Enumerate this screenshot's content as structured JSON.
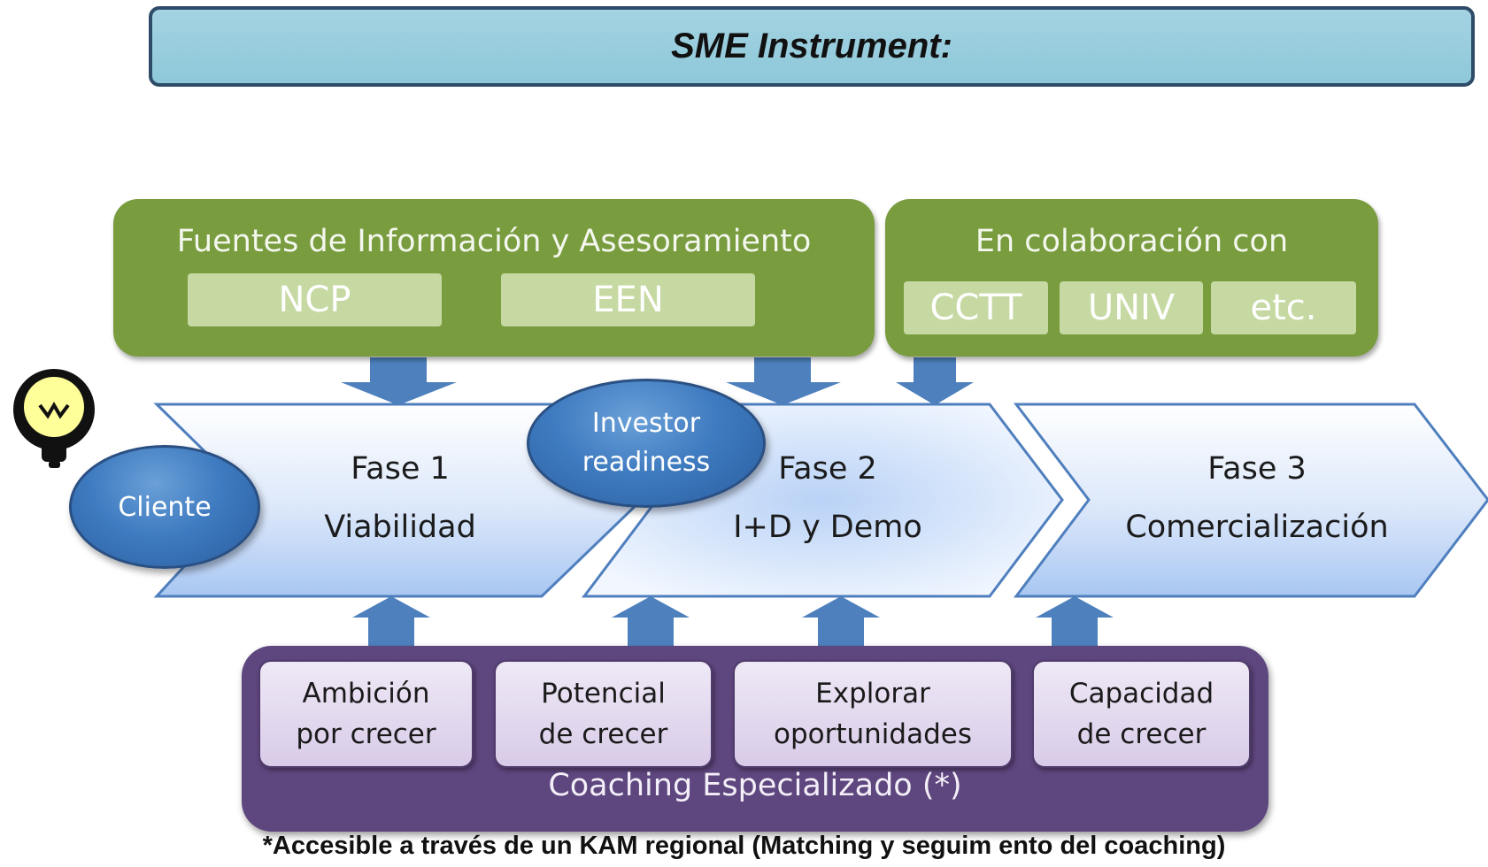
{
  "title": "SME Instrument:",
  "info_sources": {
    "heading": "Fuentes de Información y Asesoramiento",
    "items": [
      "NCP",
      "EEN"
    ]
  },
  "collaboration": {
    "heading": "En colaboración con",
    "items": [
      "CCTT",
      "UNIV",
      "etc."
    ]
  },
  "client_label": "Cliente",
  "investor_label_line1": "Investor",
  "investor_label_line2": "readiness",
  "phases": [
    {
      "name": "Fase 1",
      "desc": "Viabilidad"
    },
    {
      "name": "Fase 2",
      "desc": "I+D y Demo"
    },
    {
      "name": "Fase 3",
      "desc": "Comercialización"
    }
  ],
  "coaching": {
    "items": [
      {
        "line1": "Ambición",
        "line2": "por crecer"
      },
      {
        "line1": "Potencial",
        "line2": "de crecer"
      },
      {
        "line1": "Explorar",
        "line2": "oportunidades"
      },
      {
        "line1": "Capacidad",
        "line2": "de crecer"
      }
    ],
    "label": "Coaching Especializado (*)"
  },
  "footnote": "*Accesible a través de un KAM regional  (Matching y seguim ento del coaching)",
  "colors": {
    "title_fill": "#92cad9",
    "green": "#799c3f",
    "pill": "#c6d9a2",
    "arrow_blue": "#4d80bd",
    "purple": "#5e467e"
  },
  "icons": [
    "lightbulb-icon"
  ]
}
